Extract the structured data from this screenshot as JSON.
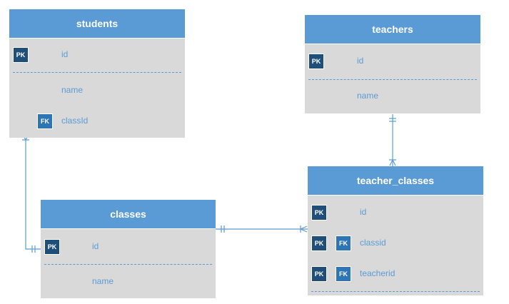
{
  "diagram": {
    "line_color": "#5b9bd5",
    "header_color": "#5b9bd5",
    "body_color": "#d9d9d9",
    "pk_color": "#1f4e79",
    "fk_color": "#2e75b6"
  },
  "tables": {
    "students": {
      "title": "students",
      "pk_label": "PK",
      "fk_label": "FK",
      "fields": [
        "id",
        "name",
        "classId"
      ]
    },
    "teachers": {
      "title": "teachers",
      "pk_label": "PK",
      "fields": [
        "id",
        "name"
      ]
    },
    "classes": {
      "title": "classes",
      "pk_label": "PK",
      "fields": [
        "id",
        "name"
      ]
    },
    "teacher_classes": {
      "title": "teacher_classes",
      "pk_label": "PK",
      "fk_label": "FK",
      "fields": [
        "id",
        "classid",
        "teacherid"
      ]
    }
  }
}
